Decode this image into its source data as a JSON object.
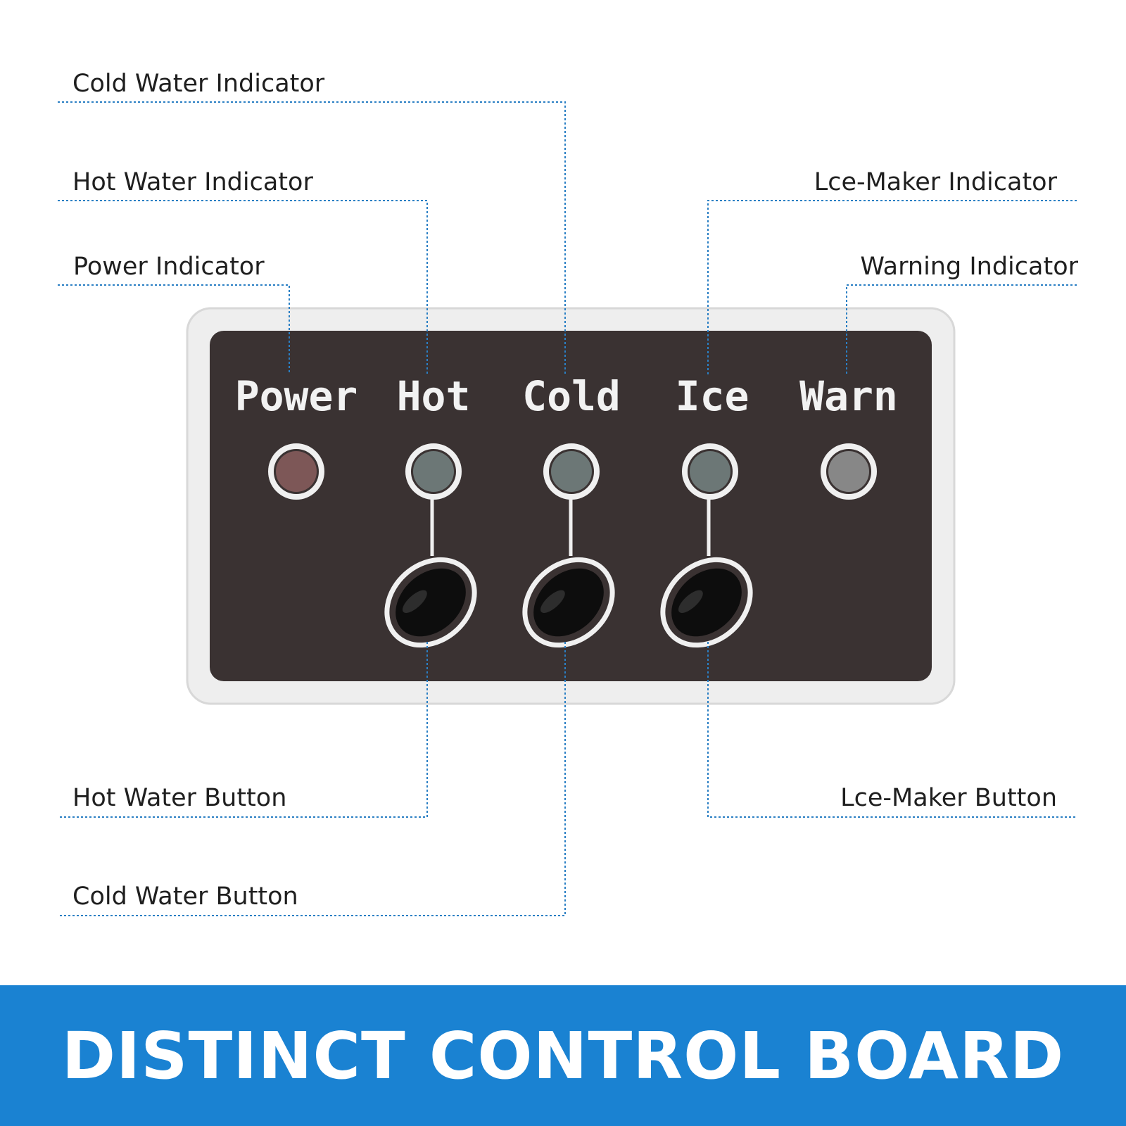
{
  "callouts": {
    "cold_water_indicator": "Cold Water Indicator",
    "hot_water_indicator": "Hot Water Indicator",
    "power_indicator": "Power Indicator",
    "ice_maker_indicator": "Lce-Maker Indicator",
    "warning_indicator": "Warning Indicator",
    "hot_water_button": "Hot Water Button",
    "cold_water_button": "Cold Water Button",
    "ice_maker_button": "Lce-Maker Button"
  },
  "panel": {
    "labels": [
      "Power",
      "Hot",
      "Cold",
      "Ice",
      "Warn"
    ],
    "indicator_colors": [
      "#7d5757",
      "#6c7776",
      "#6c7776",
      "#6c7776",
      "#878787"
    ]
  },
  "footer": {
    "title": "DISTINCT CONTROL BOARD"
  },
  "colors": {
    "accent": "#1a82d2",
    "leader_line": "#2a7fc4",
    "panel_face": "#3a3232"
  }
}
